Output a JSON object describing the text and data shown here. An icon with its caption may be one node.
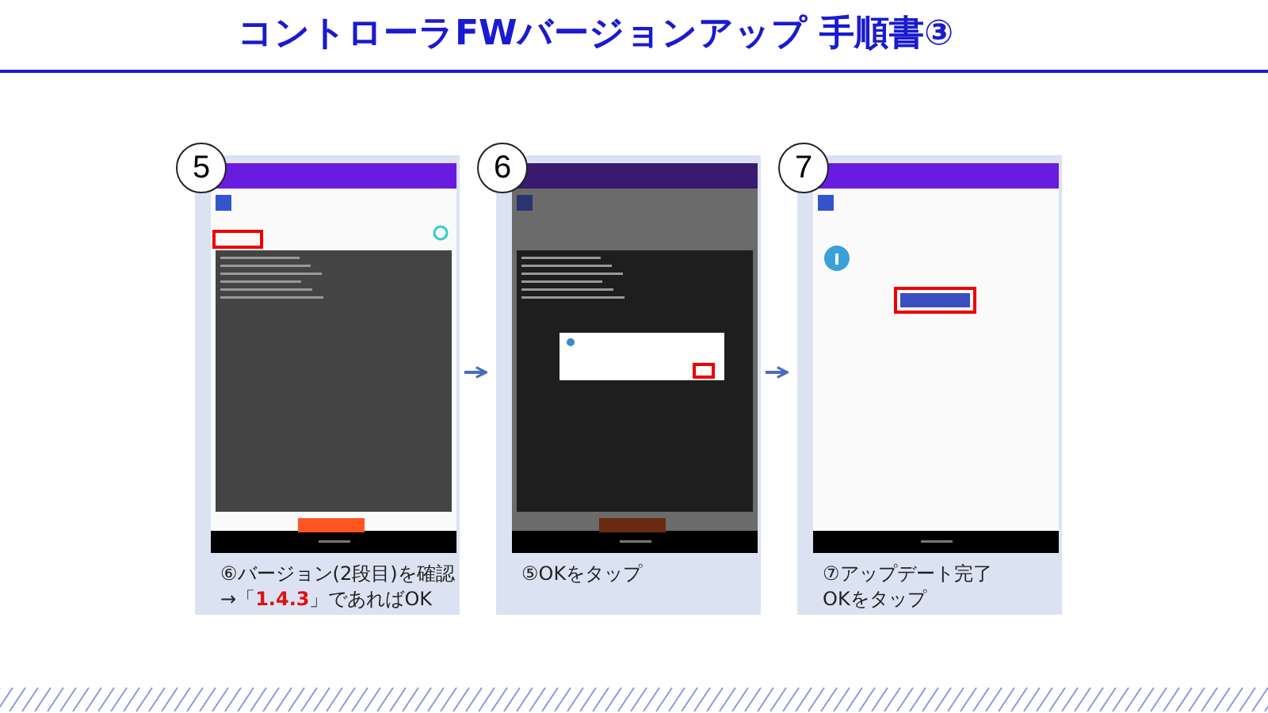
{
  "diagram": {
    "title": "コントローラFWバージョンアップ 手順書③",
    "nodes": [
      {
        "text": [
          "⑥バージョン(2段目)を確認→「**1.4.3**」であればOK"
        ]
      },
      {
        "text": [
          "5"
        ],
        "in": 0
      },
      {
        "text": [
          "⑤OKをタップ"
        ]
      },
      {
        "text": [
          "6"
        ],
        "in": 2
      },
      {
        "text": [
          "⑦アップデート完了OKをタップ"
        ]
      },
      {
        "text": [
          "7"
        ],
        "in": 4
      }
    ],
    "edges": [
      {
        "from": 0,
        "to": 2,
        "arrow": "to"
      },
      {
        "from": 2,
        "to": 4,
        "arrow": "to"
      }
    ]
  }
}
